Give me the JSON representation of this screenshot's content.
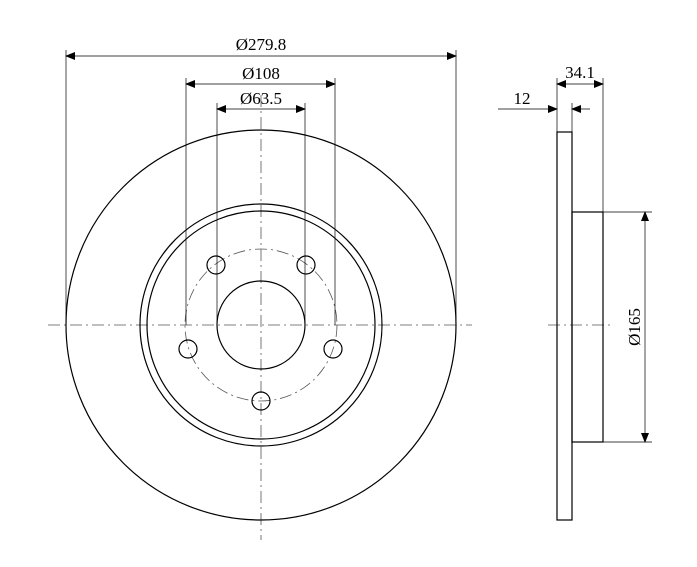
{
  "dimensions": {
    "outer_diameter": "Ø279.8",
    "bolt_circle_diameter": "Ø108",
    "center_bore_diameter": "Ø63.5",
    "disc_thickness": "12",
    "total_height": "34.1",
    "hub_diameter": "Ø165"
  },
  "colors": {
    "line": "#000000",
    "centerline": "#555555",
    "background": "#ffffff"
  }
}
